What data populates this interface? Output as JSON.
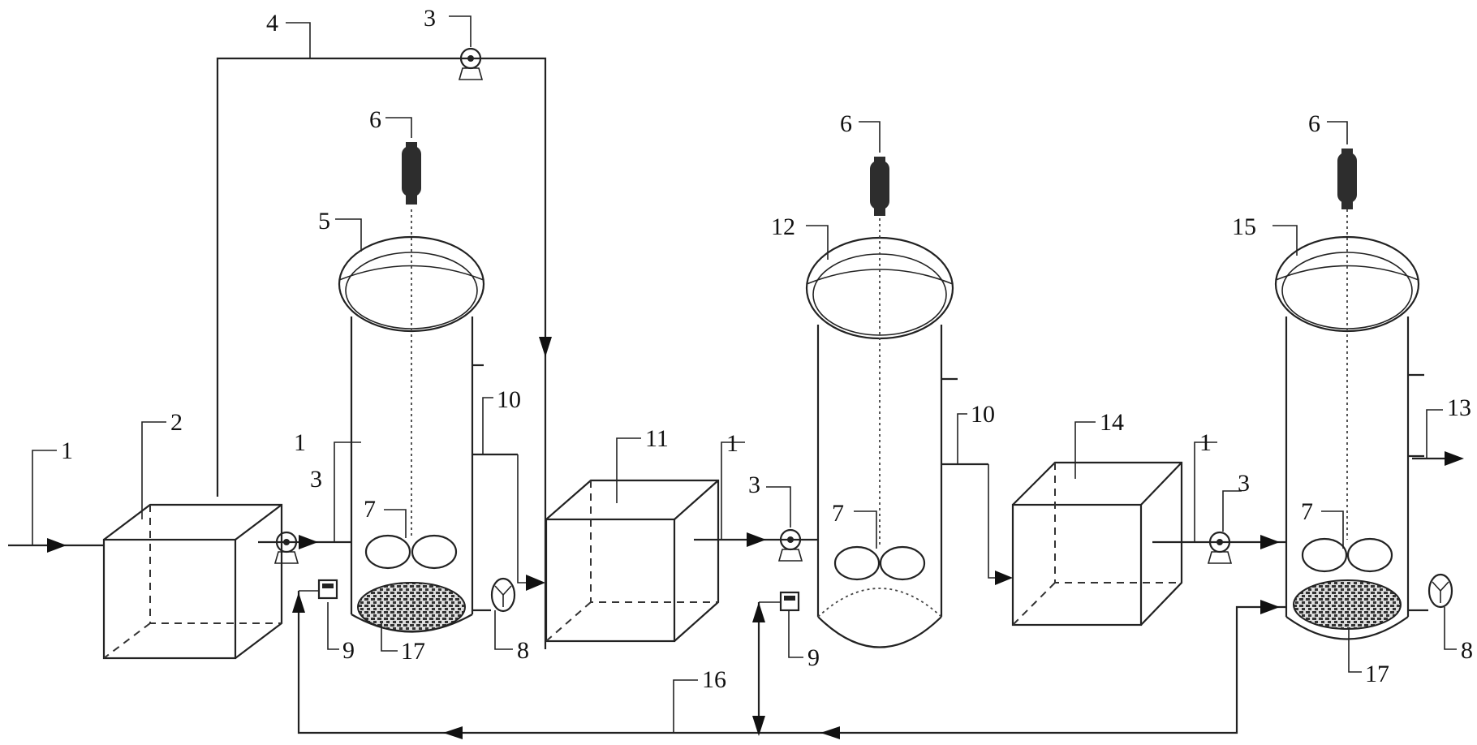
{
  "labels": {
    "n1": "1",
    "n2": "2",
    "n3": "3",
    "n4": "4",
    "n5": "5",
    "n6": "6",
    "n7": "7",
    "n8": "8",
    "n9": "9",
    "n10": "10",
    "n11": "11",
    "n12": "12",
    "n13": "13",
    "n14": "14",
    "n15": "15",
    "n16": "16",
    "n17": "17"
  }
}
